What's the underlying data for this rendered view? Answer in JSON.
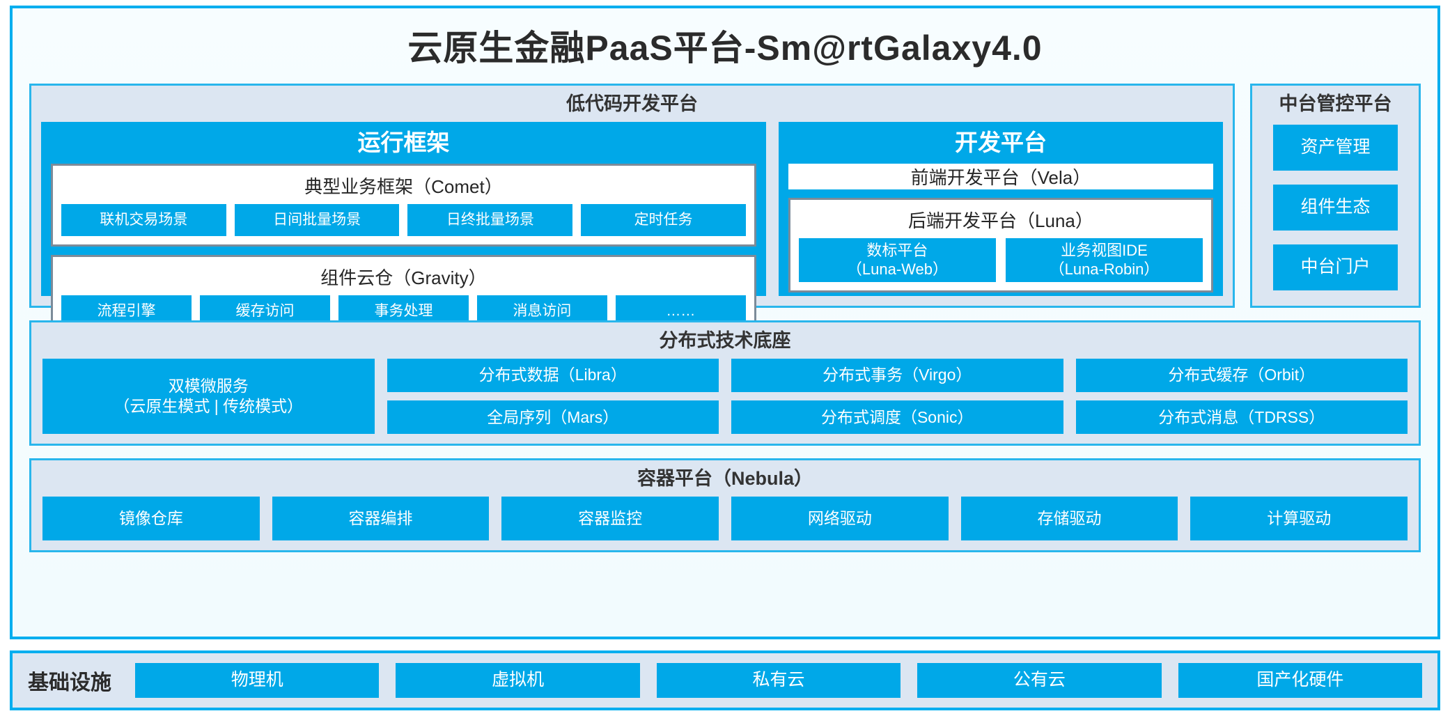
{
  "title": "云原生金融PaaS平台-Sm@rtGalaxy4.0",
  "colors": {
    "accent_blue": "#00A8E8",
    "border_blue": "#00AEEF",
    "panel_bg": "#DCE6F2",
    "gray_border": "#7C8B99",
    "text_dark": "#2b2b2b"
  },
  "lowcode": {
    "title": "低代码开发平台",
    "runtime": {
      "title": "运行框架",
      "comet": {
        "title": "典型业务框架（Comet）",
        "tiles": [
          "联机交易场景",
          "日间批量场景",
          "日终批量场景",
          "定时任务"
        ]
      },
      "gravity": {
        "title": "组件云仓（Gravity）",
        "tiles": [
          "流程引擎",
          "缓存访问",
          "事务处理",
          "消息访问",
          "……"
        ]
      }
    },
    "devplatform": {
      "title": "开发平台",
      "frontend": "前端开发平台（Vela）",
      "backend": {
        "title": "后端开发平台（Luna）",
        "tiles": [
          {
            "line1": "数标平台",
            "line2": "（Luna-Web）"
          },
          {
            "line1": "业务视图IDE",
            "line2": "（Luna-Robin）"
          }
        ]
      }
    }
  },
  "midplatform": {
    "title": "中台管控平台",
    "tiles": [
      "资产管理",
      "组件生态",
      "中台门户"
    ]
  },
  "techbase": {
    "title": "分布式技术底座",
    "dualmode": {
      "line1": "双模微服务",
      "line2": "（云原生模式 | 传统模式）"
    },
    "columns": [
      [
        "分布式数据（Libra）",
        "全局序列（Mars）"
      ],
      [
        "分布式事务（Virgo）",
        "分布式调度（Sonic）"
      ],
      [
        "分布式缓存（Orbit）",
        "分布式消息（TDRSS）"
      ]
    ]
  },
  "container": {
    "title": "容器平台（Nebula）",
    "tiles": [
      "镜像仓库",
      "容器编排",
      "容器监控",
      "网络驱动",
      "存储驱动",
      "计算驱动"
    ]
  },
  "infrastructure": {
    "label": "基础设施",
    "tiles": [
      "物理机",
      "虚拟机",
      "私有云",
      "公有云",
      "国产化硬件"
    ]
  }
}
